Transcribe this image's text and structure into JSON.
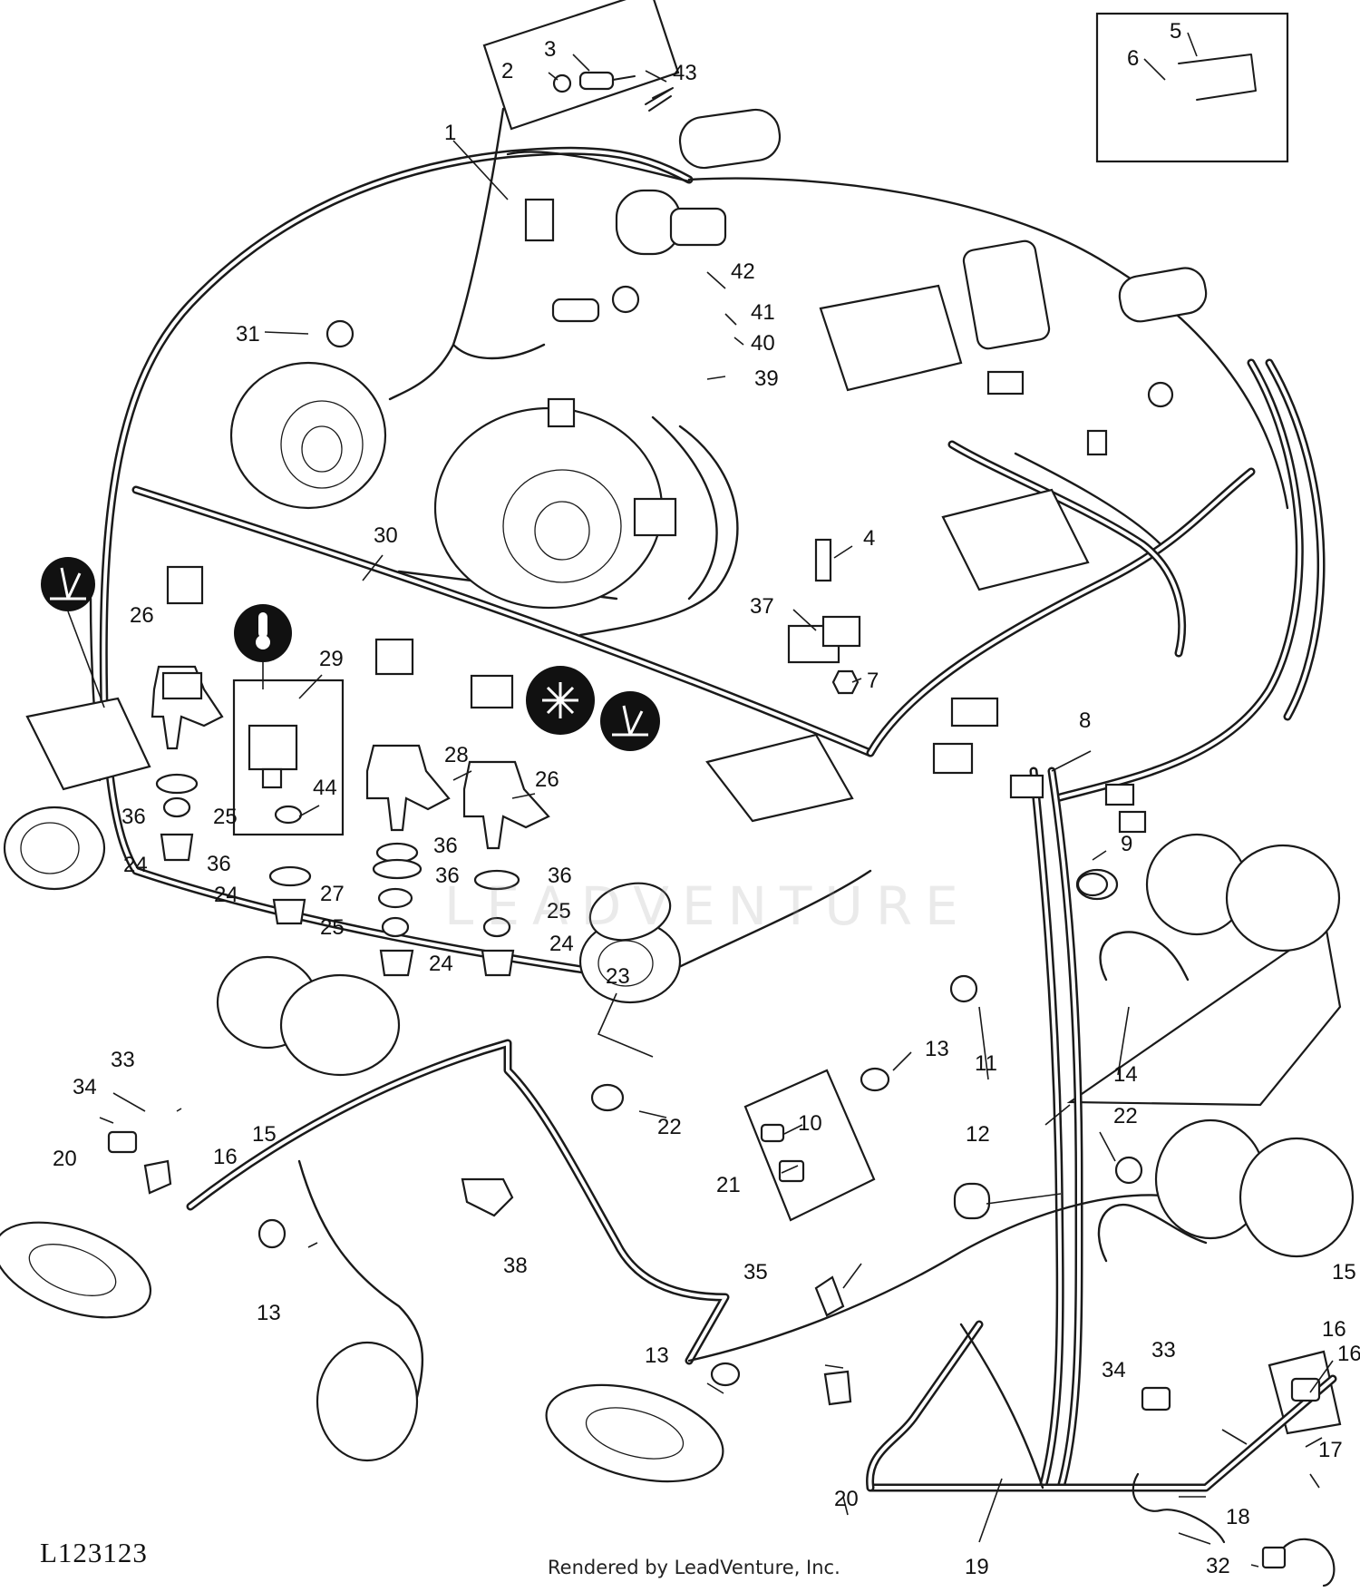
{
  "diagram": {
    "drawing_number": "L123123",
    "credit": "Rendered by LeadVenture, Inc.",
    "watermark": "LEADVENTURE",
    "callouts": [
      "1",
      "2",
      "3",
      "43",
      "5",
      "6",
      "31",
      "42",
      "41",
      "40",
      "39",
      "4",
      "37",
      "7",
      "30",
      "26",
      "29",
      "28",
      "44",
      "36",
      "25",
      "24",
      "27",
      "8",
      "9",
      "23",
      "11",
      "13",
      "14",
      "22",
      "33",
      "34",
      "15",
      "16",
      "10",
      "20",
      "21",
      "12",
      "38",
      "35",
      "17",
      "18",
      "32",
      "19"
    ],
    "symbols": [
      {
        "name": "wiper-symbol"
      },
      {
        "name": "temperature-symbol"
      },
      {
        "name": "fan-symbol"
      },
      {
        "name": "wiper-symbol-right"
      }
    ]
  }
}
